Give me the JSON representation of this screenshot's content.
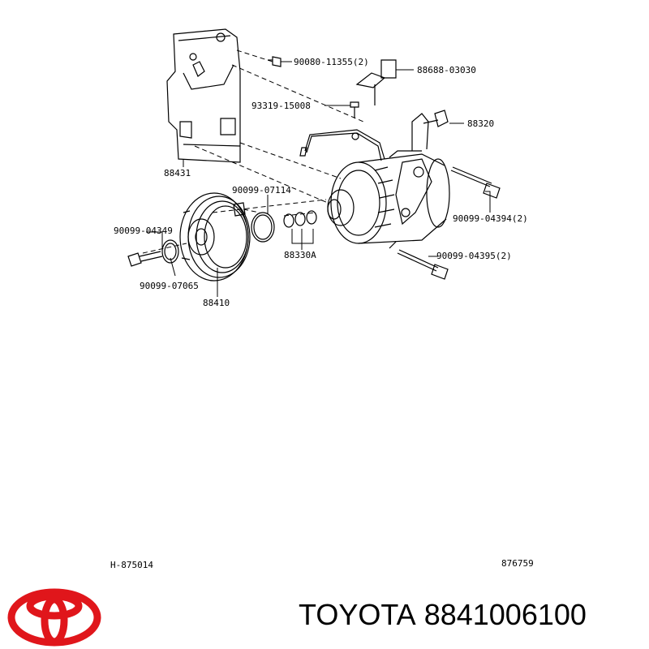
{
  "labels": {
    "bolt_90080": "90080-11355(2)",
    "bracket_88688": "88688-03030",
    "screw_93319": "93319-15008",
    "valve_88320": "88320",
    "mount_88431": "88431",
    "ring_90099_07114": "90099-07114",
    "bolt_90099_04349": "90099-04349",
    "bolt_90099_04394": "90099-04394(2)",
    "shims_88330A": "88330A",
    "bolt_90099_04395": "90099-04395(2)",
    "snap_90099_07065": "90099-07065",
    "pulley_88410": "88410",
    "figure_code": "H-875014",
    "figure_number": "876759"
  },
  "footer": {
    "brand": "TOYOTA",
    "part_number": "8841006100",
    "logo_color": "#e0161b"
  },
  "icons": {
    "logo": "toyota-logo-icon"
  }
}
